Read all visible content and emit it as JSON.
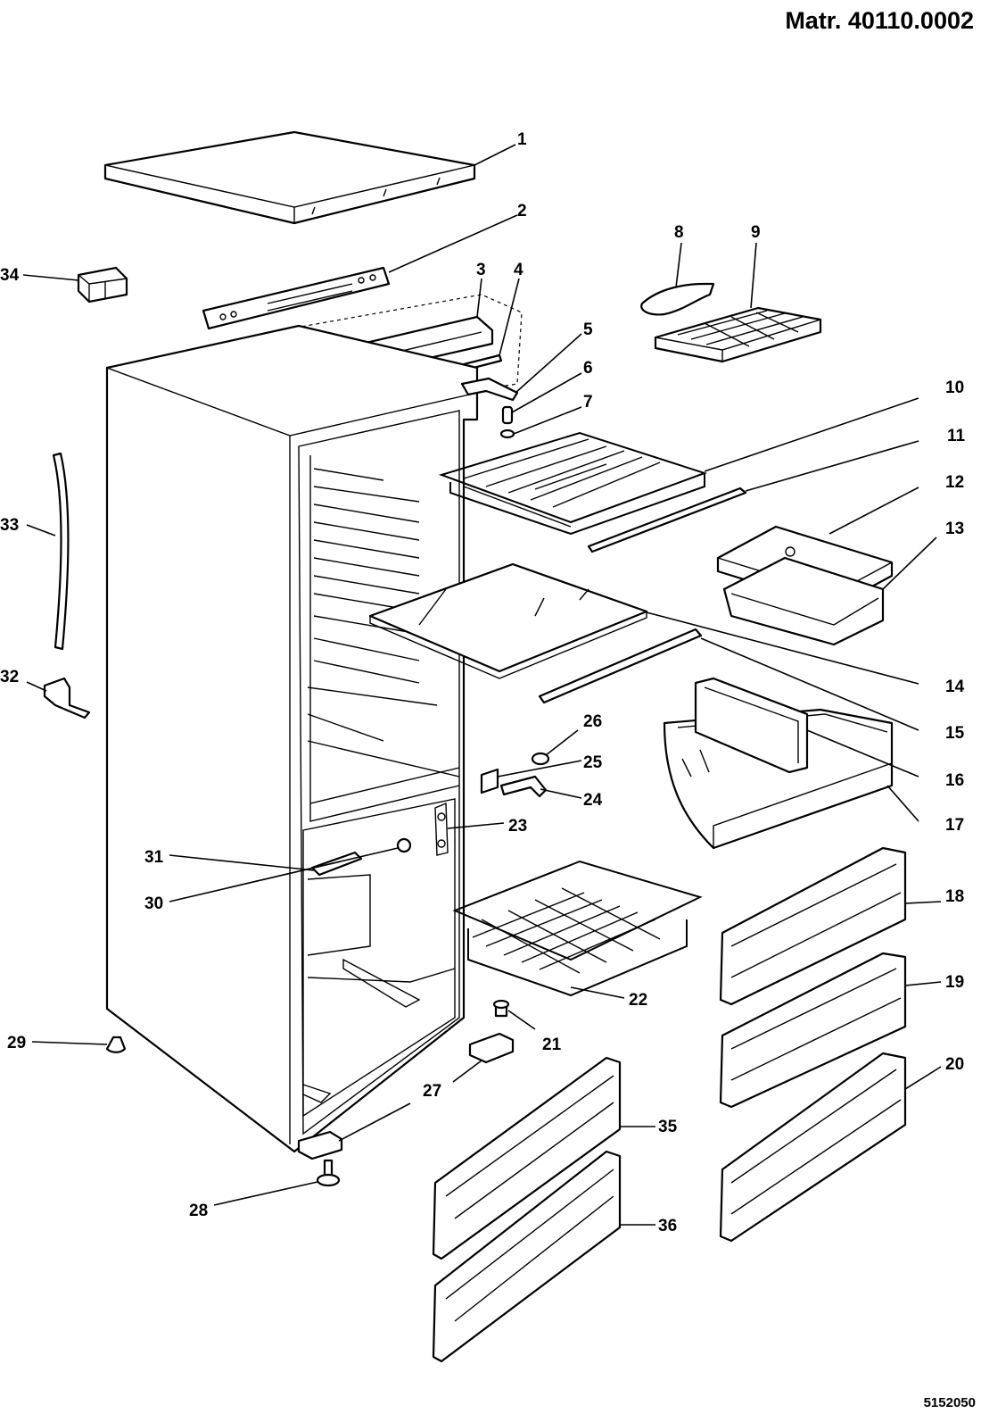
{
  "header": {
    "material_code": "Matr. 40110.0002"
  },
  "footer": {
    "drawing_number": "5152050"
  },
  "callouts": [
    "1",
    "2",
    "3",
    "4",
    "5",
    "6",
    "7",
    "8",
    "9",
    "10",
    "11",
    "12",
    "13",
    "14",
    "15",
    "16",
    "17",
    "18",
    "19",
    "20",
    "21",
    "22",
    "23",
    "24",
    "25",
    "26",
    "27",
    "28",
    "29",
    "30",
    "31",
    "32",
    "33",
    "34",
    "35",
    "36"
  ]
}
